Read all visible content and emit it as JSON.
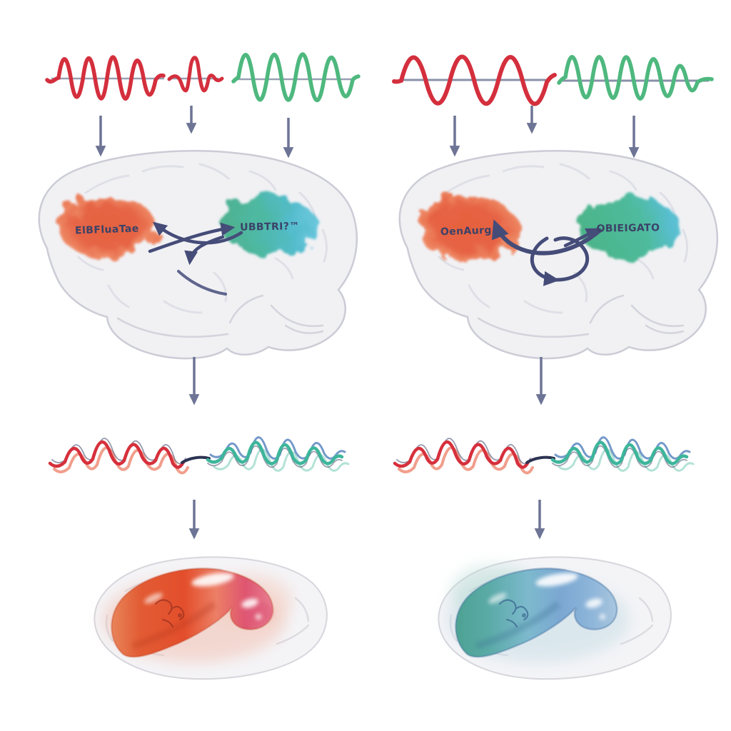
{
  "figure": {
    "description": "Two-column neuroscience schematic: oscillation inputs drive cortical regions, producing mixed red/blue traces and hippocampal activation",
    "background": "#ffffff"
  },
  "panels": {
    "left": {
      "top_waves": [
        "red-oscillation",
        "red-wavelet-burst",
        "green-oscillation"
      ],
      "brain_regions": {
        "orange_label": "ElBFluaTae",
        "teal_label": "UBBTRI?™"
      },
      "bottom_structure": "hippocampus-red"
    },
    "right": {
      "top_waves": [
        "red-slow-oscillation",
        "green-fast-oscillation"
      ],
      "brain_regions": {
        "orange_label": "OenAurg",
        "teal_label": "OBIEIGATO"
      },
      "bottom_structure": "hippocampus-blue"
    }
  },
  "colors": {
    "red_wave": "#d42f3d",
    "green_wave": "#4eb87e",
    "baseline_gray": "#8d96ac",
    "arrow_slate": "#6d7495",
    "arrow_navy": "#454c78",
    "brain_fill": "#f1f1f4",
    "brain_outline": "#cbccd5",
    "region_orange": "#e4512f",
    "region_teal_green": "#3fae85",
    "region_teal_cyan": "#46bad4",
    "label_navy": "#3b4268",
    "mixed_red": "#d6303c",
    "mixed_salmon": "#f0937f",
    "mixed_teal": "#3db69b",
    "mixed_blue": "#6b93c6",
    "hippocampus_red": "#e34e2b",
    "hippocampus_pink": "#de5570",
    "hippocampus_teal": "#4da293",
    "hippocampus_blue": "#7ba7d2",
    "slice_fill": "#f4f4f7"
  }
}
